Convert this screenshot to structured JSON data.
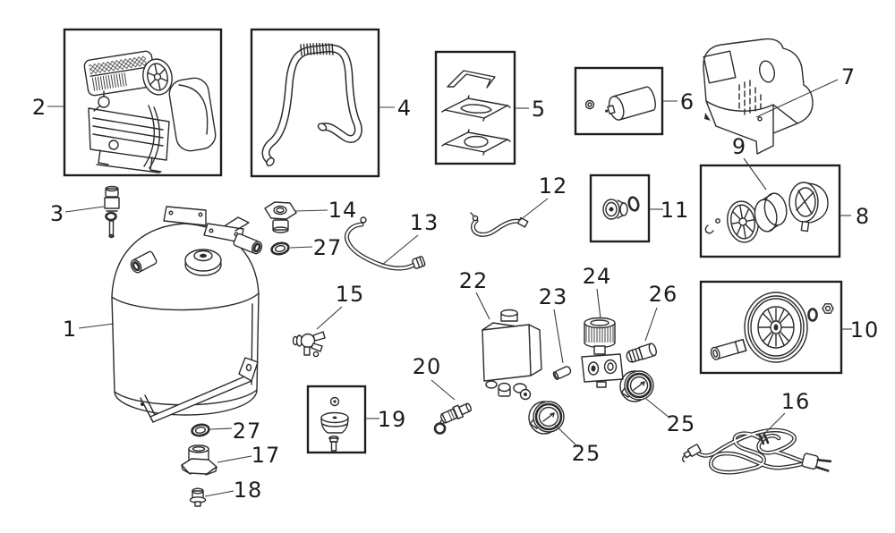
{
  "diagram": {
    "background": "#ffffff",
    "line_color": "#2b2b2b",
    "callouts": {
      "c1": "1",
      "c2": "2",
      "c3": "3",
      "c4": "4",
      "c5": "5",
      "c6": "6",
      "c7": "7",
      "c8": "8",
      "c9": "9",
      "c10": "10",
      "c11": "11",
      "c12": "12",
      "c13": "13",
      "c14": "14",
      "c15": "15",
      "c16": "16",
      "c17": "17",
      "c18": "18",
      "c19": "19",
      "c20": "20",
      "c22": "22",
      "c23": "23",
      "c24": "24",
      "c25_left": "25",
      "c25_right": "25",
      "c26": "26",
      "c27_top": "27",
      "c27_bottom": "27"
    }
  }
}
